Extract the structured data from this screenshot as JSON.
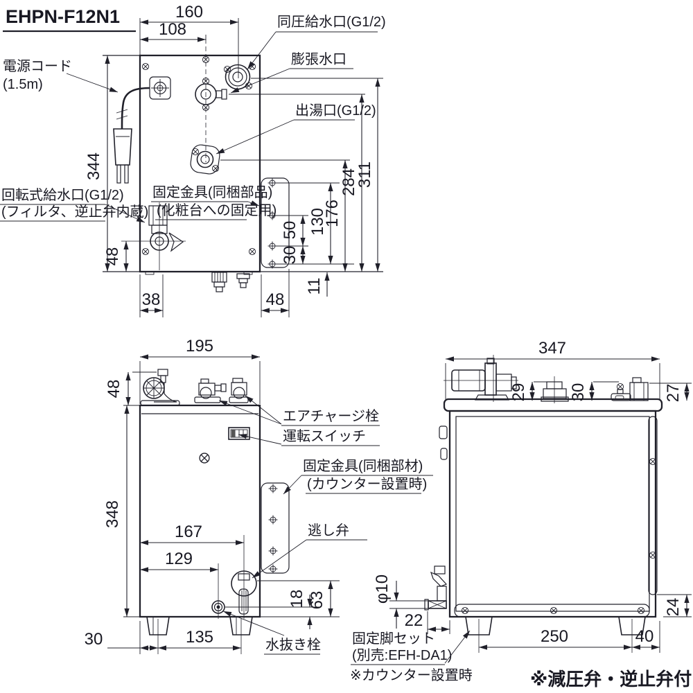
{
  "title": "EHPN-F12N1",
  "footnote": "※減圧弁・逆止弁付",
  "top_view": {
    "labels": {
      "power_cord_line1": "電源コード",
      "power_cord_line2": "(1.5m)",
      "same_pressure_inlet": "同圧給水口(G1/2)",
      "expansion_port": "膨張水口",
      "hot_water_outlet": "出湯口(G1/2)",
      "rotary_inlet_line1": "回転式給水口(G1/2)",
      "rotary_inlet_line2": "(フィルタ、逆止弁内蔵)",
      "fixing_bracket_line1": "固定金具(同梱部品)",
      "fixing_bracket_line2": "(化粧台への固定用)"
    },
    "dims": {
      "width_160": "160",
      "width_108": "108",
      "depth_344": "344",
      "inlet_height_48": "48",
      "cord_offset_38": "38",
      "bracket_width_48": "48",
      "hole_offset_11": "11",
      "hole_pitch_30": "30",
      "hole_pitch_50": "50",
      "hole_span_130": "130",
      "outlet_level_176": "176",
      "expansion_level_284": "284",
      "inlet_level_311": "311"
    }
  },
  "front_view": {
    "labels": {
      "air_charge_plug": "エアチャージ栓",
      "operation_switch": "運転スイッチ",
      "fixing_bracket_line1": "固定金具(同梱部材)",
      "fixing_bracket_line2": "(カウンター設置時)",
      "relief_valve": "逃し弁",
      "drain_plug": "水抜き栓"
    },
    "dims": {
      "width_195": "195",
      "fitting_height_48": "48",
      "body_height_348": "348",
      "relief_offset_167": "167",
      "drain_offset_129": "129",
      "foot_offset_30": "30",
      "foot_pitch_135": "135",
      "drain_height_18": "18",
      "relief_height_63": "63"
    }
  },
  "side_view": {
    "labels": {
      "fixing_leg_line1": "固定脚セット",
      "fixing_leg_line2": "(別売:EFH-DA1)",
      "fixing_leg_line3": "※カウンター設置時",
      "drain_pipe_dia": "φ10"
    },
    "dims": {
      "depth_347": "347",
      "fitting_height_29": "29",
      "fitting_height_30": "30",
      "fitting_height_27": "27",
      "drain_offset_22": "22",
      "foot_pitch_250": "250",
      "foot_offset_40": "40",
      "bracket_offset_24": "24"
    }
  }
}
